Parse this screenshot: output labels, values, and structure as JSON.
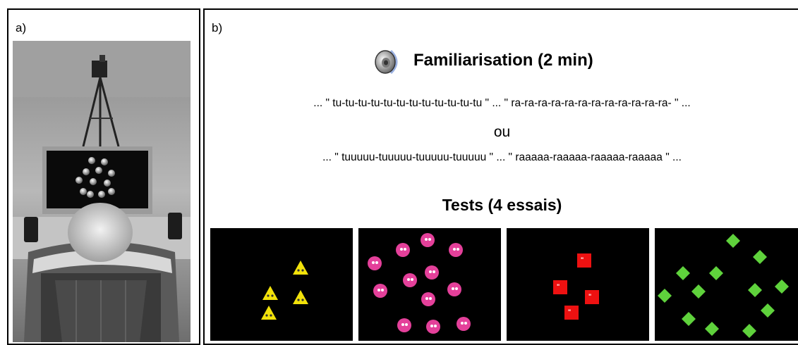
{
  "panel_a": {
    "label": "a)"
  },
  "panel_b": {
    "label": "b)",
    "familiarisation_title": "Familiarisation (2 min)",
    "sequence_1": "... \" tu-tu-tu-tu-tu-tu-tu-tu-tu-tu-tu-tu \" ... \" ra-ra-ra-ra-ra-ra-ra-ra-ra-ra-ra-ra- \" ...",
    "or_label": "ou",
    "sequence_2": "... \" tuuuuu-tuuuuu-tuuuuu-tuuuuu \" ... \" raaaaa-raaaaa-raaaaa-raaaaa \" ...",
    "tests_title": "Tests (4 essais)"
  },
  "icons": [
    "speaker-icon"
  ],
  "stimuli": [
    {
      "shape": "triangle",
      "color": "#f2e20a",
      "count": 4
    },
    {
      "shape": "circle",
      "color": "#e4409a",
      "count": 12
    },
    {
      "shape": "square",
      "color": "#ee1111",
      "count": 4
    },
    {
      "shape": "diamond",
      "color": "#5fd23c",
      "count": 12
    }
  ]
}
